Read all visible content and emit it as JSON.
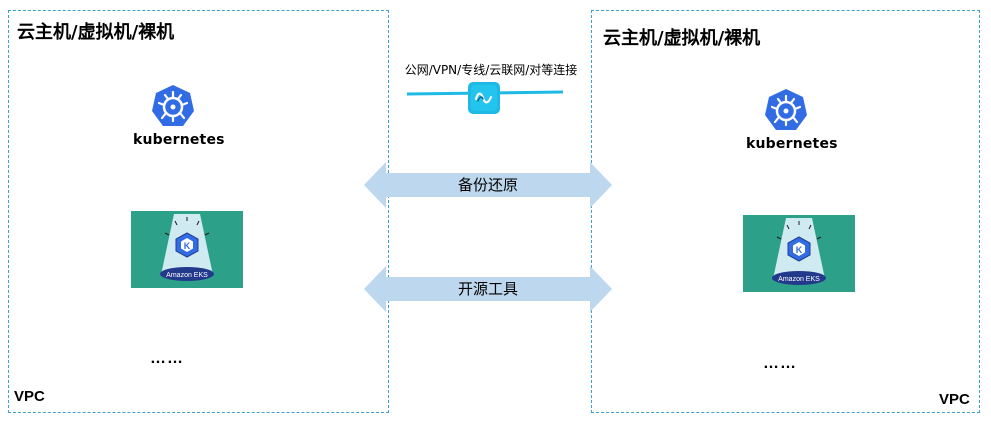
{
  "left_vpc": {
    "title": "云主机/虚拟机/裸机",
    "vpc_label": "VPC",
    "kubernetes_label": "kubernetes",
    "eks_label": "Amazon EKS",
    "more": "……"
  },
  "right_vpc": {
    "title": "云主机/虚拟机/裸机",
    "vpc_label": "VPC",
    "kubernetes_label": "kubernetes",
    "eks_label": "Amazon EKS",
    "more": "……"
  },
  "connection": {
    "label": "公网/VPN/专线/云联网/对等连接",
    "icon": "network-connector-icon"
  },
  "arrows": [
    {
      "label": "备份还原"
    },
    {
      "label": "开源工具"
    }
  ],
  "colors": {
    "vpc_border": "#3aa3c8",
    "kubernetes_blue": "#326ce5",
    "eks_green": "#2ca089",
    "arrow_fill": "#bdd7ee",
    "connector_cyan": "#1fb9e5"
  }
}
